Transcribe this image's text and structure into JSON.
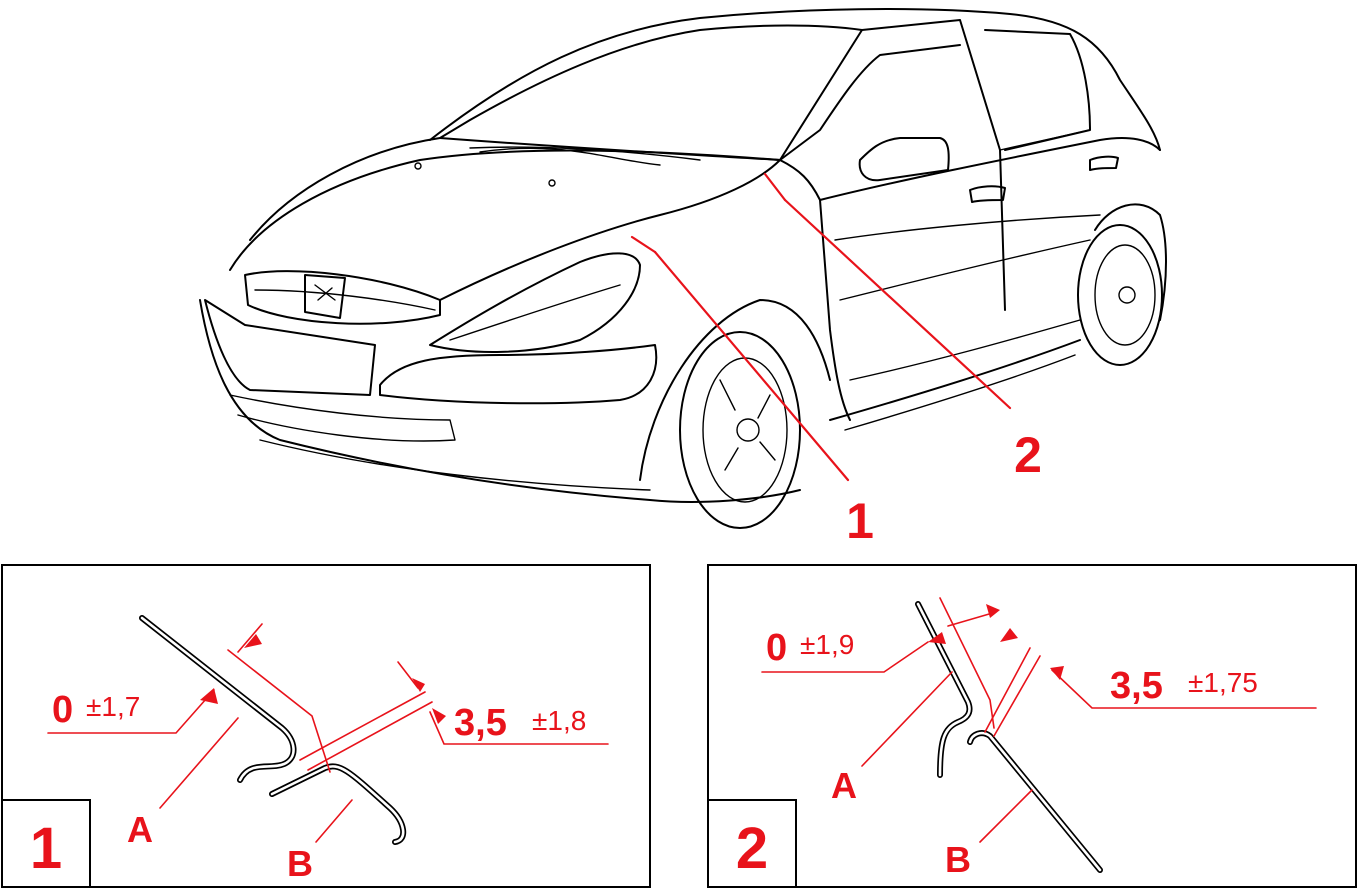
{
  "callouts": {
    "location_1": "1",
    "location_2": "2"
  },
  "detail_1": {
    "box_number": "1",
    "gap_flush": {
      "value": "0",
      "tolerance": "±1,7"
    },
    "gap_clearance": {
      "value": "3,5",
      "tolerance": "±1,8"
    },
    "part_a": "A",
    "part_b": "B"
  },
  "detail_2": {
    "box_number": "2",
    "gap_flush": {
      "value": "0",
      "tolerance": "±1,9"
    },
    "gap_clearance": {
      "value": "3,5",
      "tolerance": "±1,75"
    },
    "part_a": "A",
    "part_b": "B"
  },
  "colors": {
    "annotation": "#e8131b",
    "linework": "#000000",
    "background": "#ffffff"
  }
}
